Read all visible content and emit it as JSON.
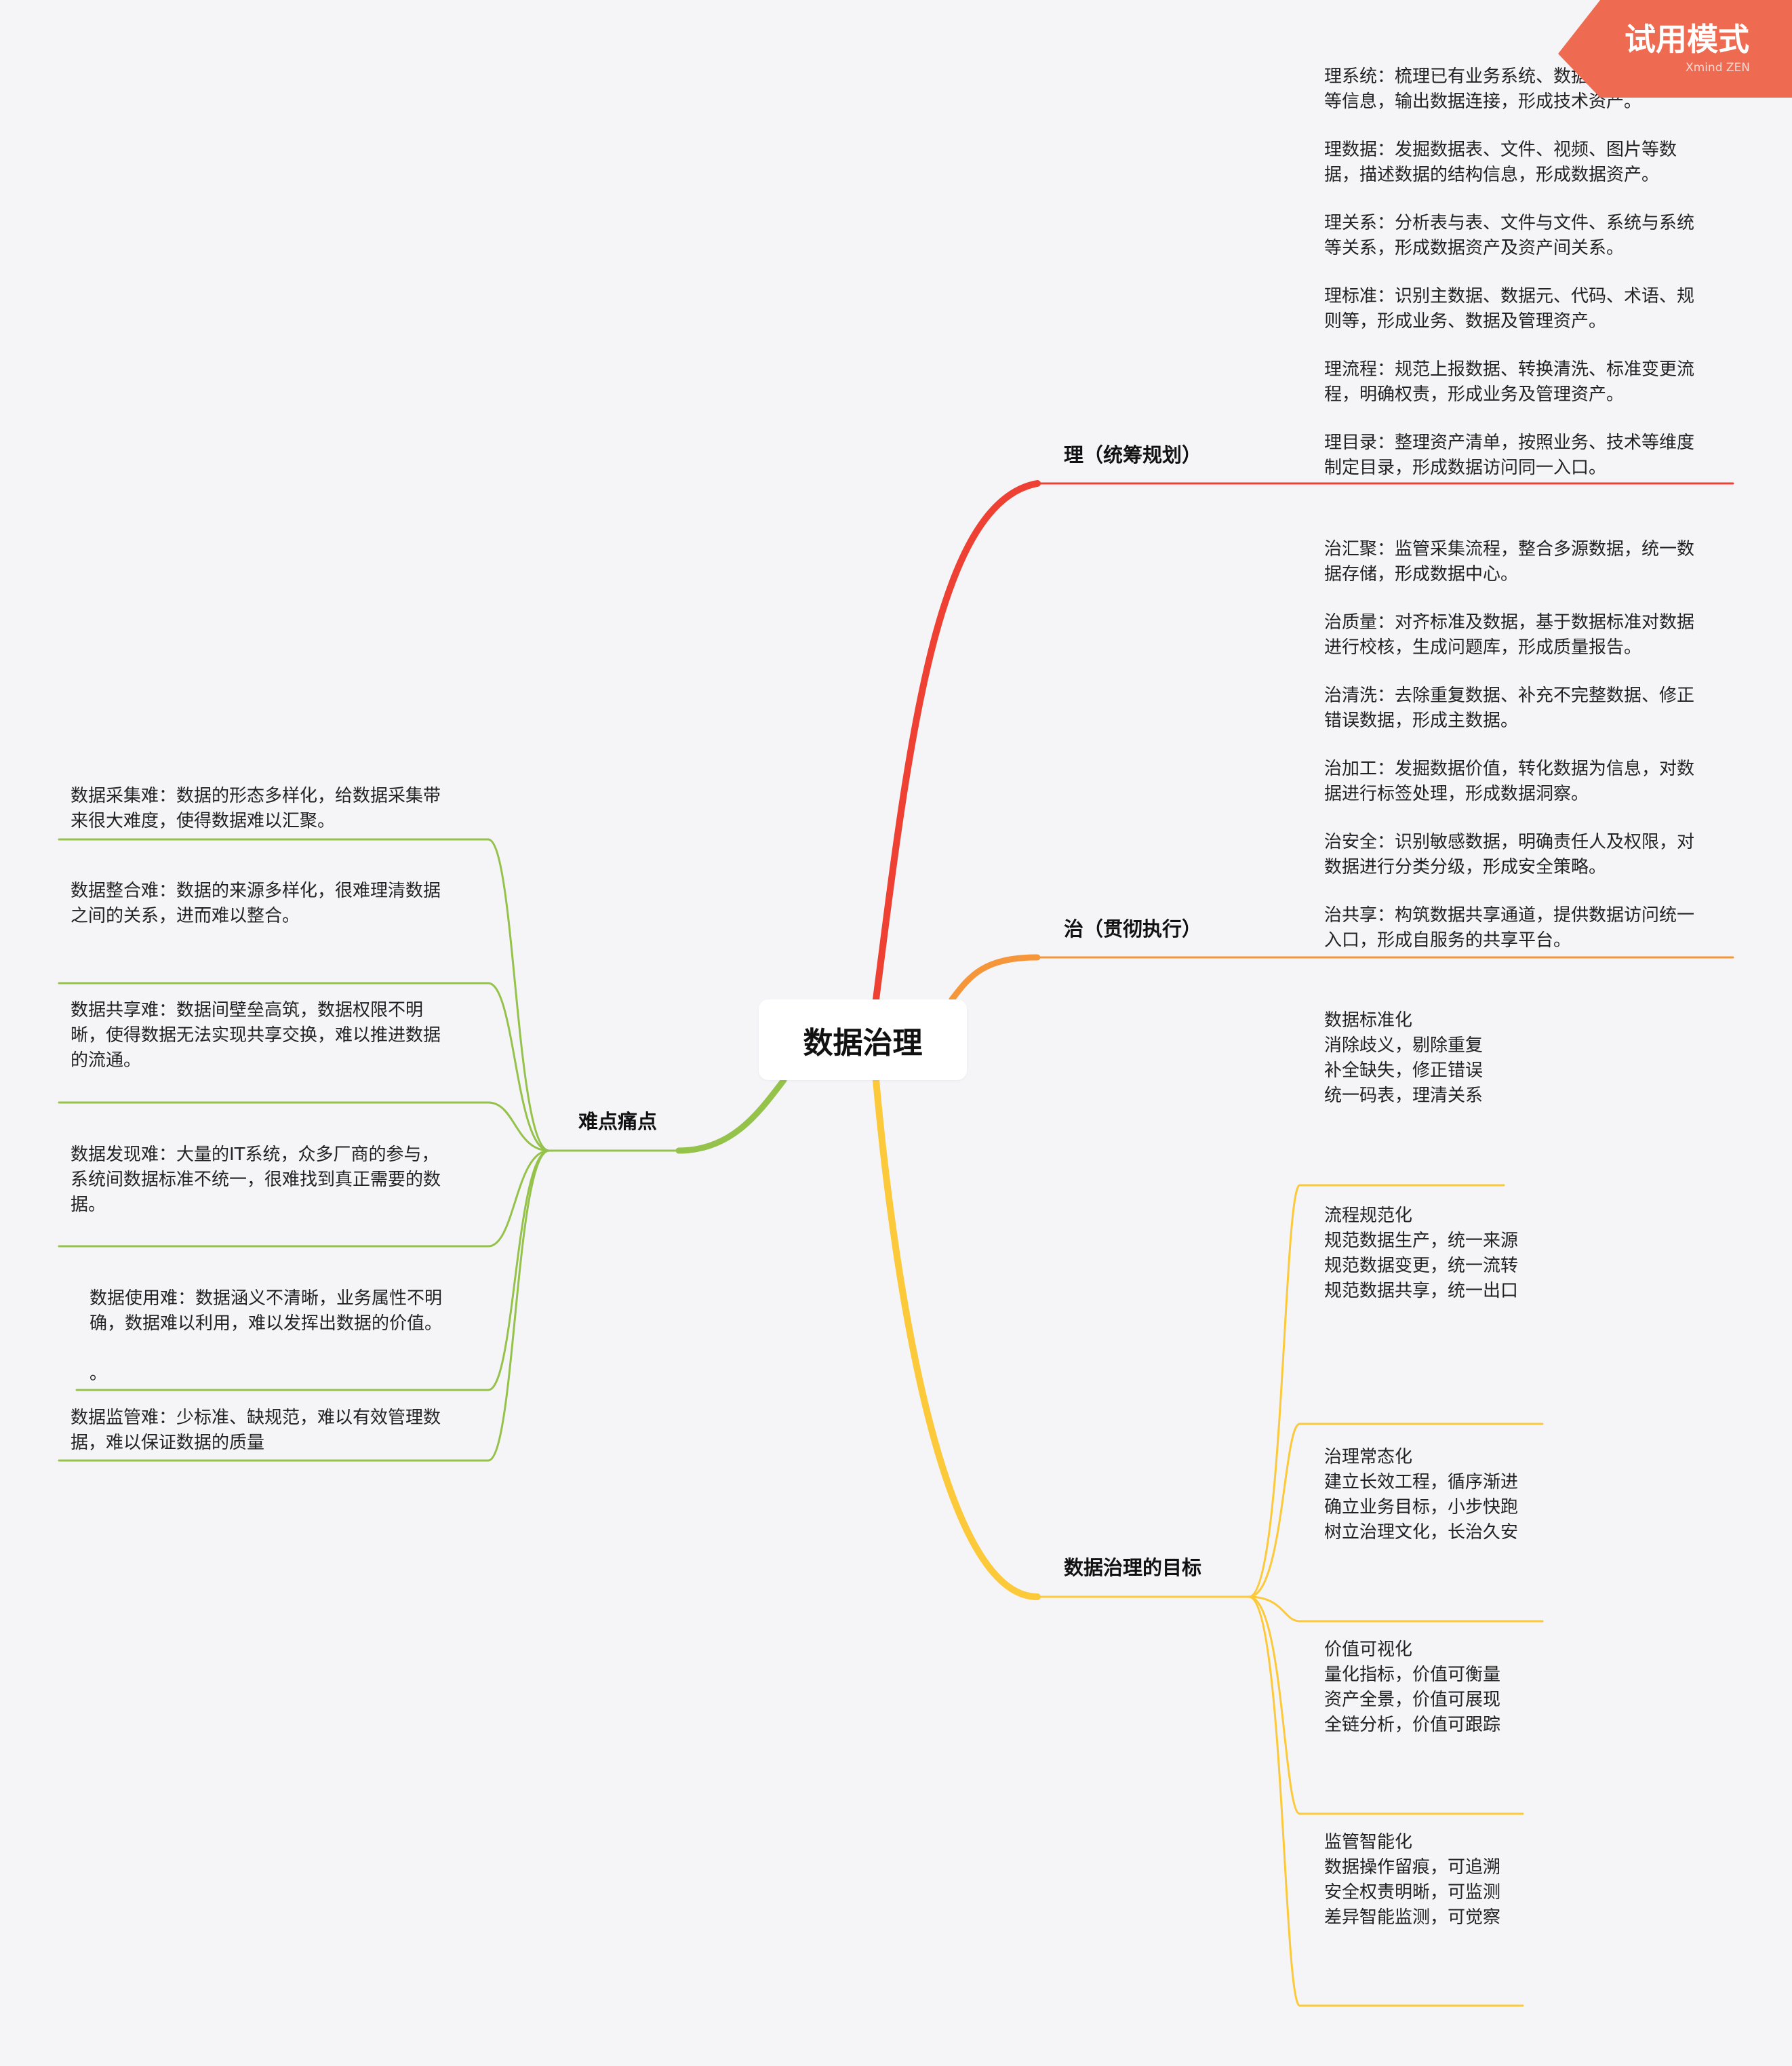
{
  "watermark": {
    "main": "试用模式",
    "sub": "Xmind ZEN"
  },
  "mindmap": {
    "central": "数据治理",
    "branches": {
      "li": {
        "label": "理（统筹规划）",
        "color": "#ee4033",
        "items": [
          [
            "理系统：梳理已有业务系统、数据库、文件存储",
            "等信息，输出数据连接，形成技术资产。"
          ],
          [
            "理数据：发掘数据表、文件、视频、图片等数",
            "据，描述数据的结构信息，形成数据资产。"
          ],
          [
            "理关系：分析表与表、文件与文件、系统与系统",
            "等关系，形成数据资产及资产间关系。"
          ],
          [
            "理标准：识别主数据、数据元、代码、术语、规",
            "则等，形成业务、数据及管理资产。"
          ],
          [
            "理流程：规范上报数据、转换清洗、标准变更流",
            "程，明确权责，形成业务及管理资产。"
          ],
          [
            "理目录：整理资产清单，按照业务、技术等维度",
            "制定目录，形成数据访问同一入口。"
          ]
        ]
      },
      "zhi": {
        "label": "治（贯彻执行）",
        "color": "#f5963a",
        "items": [
          [
            "治汇聚：监管采集流程，整合多源数据，统一数",
            "据存储，形成数据中心。"
          ],
          [
            "治质量：对齐标准及数据，基于数据标准对数据",
            "进行校核，生成问题库，形成质量报告。"
          ],
          [
            "治清洗：去除重复数据、补充不完整数据、修正",
            "错误数据，形成主数据。"
          ],
          [
            "治加工：发掘数据价值，转化数据为信息，对数",
            "据进行标签处理，形成数据洞察。"
          ],
          [
            "治安全：识别敏感数据，明确责任人及权限，对",
            "数据进行分类分级，形成安全策略。"
          ],
          [
            "治共享：构筑数据共享通道，提供数据访问统一",
            "入口，形成自服务的共享平台。"
          ]
        ]
      },
      "goals": {
        "label": "数据治理的目标",
        "color": "#fbc93a",
        "items": [
          [
            "数据标准化",
            "消除歧义，剔除重复",
            "补全缺失，修正错误",
            "统一码表，理清关系"
          ],
          [
            "流程规范化",
            "规范数据生产，统一来源",
            "规范数据变更，统一流转",
            "规范数据共享，统一出口"
          ],
          [
            "治理常态化",
            "建立长效工程，循序渐进",
            "确立业务目标，小步快跑",
            "树立治理文化，长治久安"
          ],
          [
            "价值可视化",
            "量化指标，价值可衡量",
            "资产全景，价值可展现",
            "全链分析，价值可跟踪"
          ],
          [
            "监管智能化",
            "数据操作留痕，可追溯",
            "安全权责明晰，可监测",
            "差异智能监测，可觉察"
          ]
        ]
      },
      "pain": {
        "label": "难点痛点",
        "color": "#95c24a",
        "items": [
          [
            "数据采集难：数据的形态多样化，给数据采集带",
            "来很大难度，使得数据难以汇聚。"
          ],
          [
            "数据整合难：数据的来源多样化，很难理清数据",
            "之间的关系，进而难以整合。"
          ],
          [
            "数据共享难：数据间壁垒高筑，数据权限不明",
            "晰，使得数据无法实现共享交换，难以推进数据",
            "的流通。"
          ],
          [
            "数据发现难：大量的IT系统，众多厂商的参与，",
            "系统间数据标准不统一，很难找到真正需要的数",
            "据。"
          ],
          [
            "数据使用难：数据涵义不清晰，业务属性不明",
            "确，数据难以利用，难以发挥出数据的价值。",
            "",
            "。"
          ],
          [
            "数据监管难：少标准、缺规范，难以有效管理数",
            "据，难以保证数据的质量"
          ]
        ]
      }
    }
  }
}
